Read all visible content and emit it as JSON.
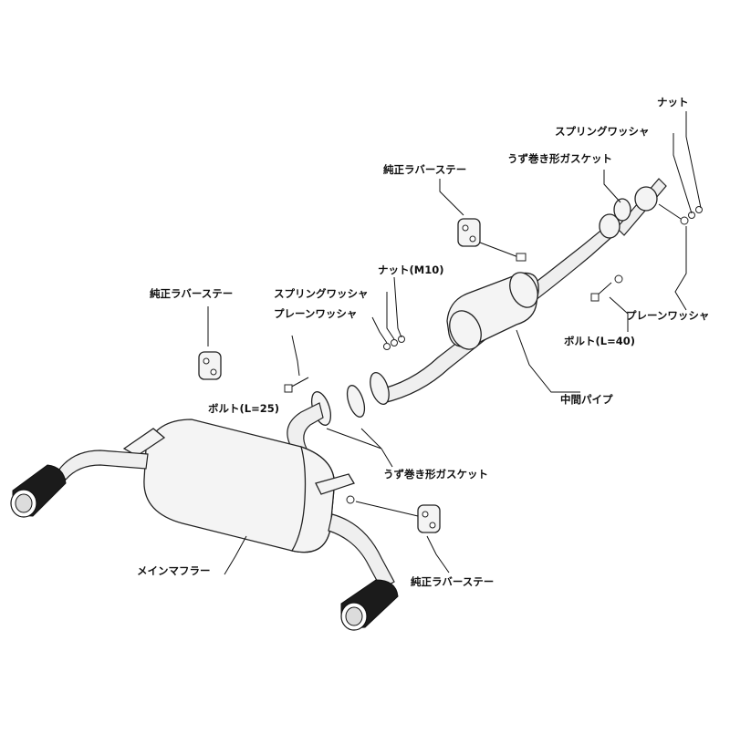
{
  "labels": {
    "nut_top": "ナット",
    "spring_washer_top": "スプリングワッシャ",
    "spiral_gasket_top": "うず巻き形ガスケット",
    "rubber_stay_top": "純正ラバーステー",
    "plain_washer_right": "プレーンワッシャ",
    "bolt_l40": "ボルト(L=40)",
    "mid_pipe": "中間パイプ",
    "nut_m10": "ナット(M10)",
    "spring_washer_mid": "スプリングワッシャ",
    "plain_washer_mid": "プレーンワッシャ",
    "rubber_stay_left": "純正ラバーステー",
    "bolt_l25": "ボルト(L=25)",
    "spiral_gasket_mid": "うず巻き形ガスケット",
    "main_muffler": "メインマフラー",
    "rubber_stay_bottom": "純正ラバーステー"
  },
  "colors": {
    "line": "#222222",
    "fill": "#f4f4f4",
    "tip": "#1b1b1b"
  }
}
